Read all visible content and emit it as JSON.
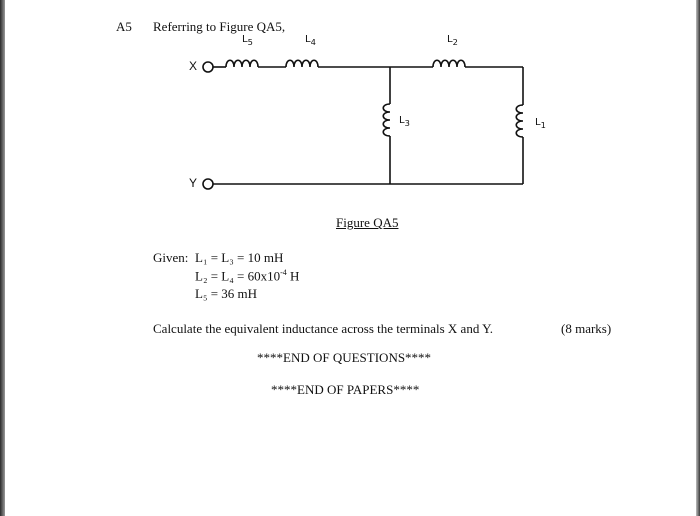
{
  "question": {
    "number": "A5",
    "intro": "Referring to Figure QA5,"
  },
  "figure": {
    "caption": "Figure QA5",
    "terminals": {
      "x": "X",
      "y": "Y"
    },
    "inductors": {
      "l1": {
        "letter": "L",
        "sub": "1"
      },
      "l2": {
        "letter": "L",
        "sub": "2"
      },
      "l3": {
        "letter": "L",
        "sub": "3"
      },
      "l4": {
        "letter": "L",
        "sub": "4"
      },
      "l5": {
        "letter": "L",
        "sub": "5"
      }
    }
  },
  "given": {
    "label": "Given:",
    "line1": "L₁ = L₃ = 10 mH",
    "line2_prefix": "L₂ = L₄ = 60x10",
    "line2_exp": "-4",
    "line2_suffix": " H",
    "line3": "L₅ = 36 mH"
  },
  "task": {
    "text": "Calculate the equivalent inductance across the terminals X and Y.",
    "marks": "(8 marks)"
  },
  "footer": {
    "end_questions": "****END OF QUESTIONS****",
    "end_papers": "****END OF PAPERS****"
  }
}
